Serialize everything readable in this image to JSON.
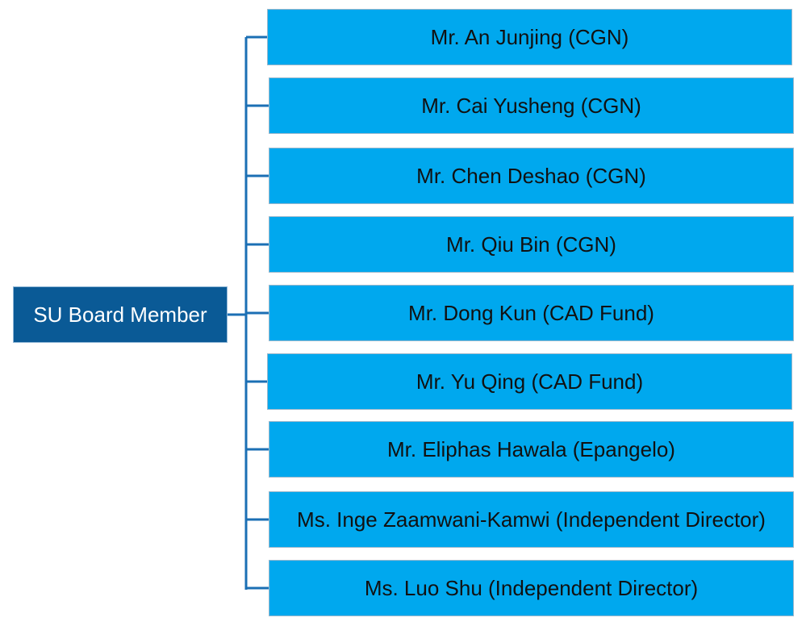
{
  "root": {
    "label": "SU Board Member",
    "color": "#0a5a96"
  },
  "connector_color": "#1b6fb4",
  "member_color": "#00a8ee",
  "members": [
    {
      "label": "Mr. An Junjing (CGN)"
    },
    {
      "label": "Mr. Cai Yusheng (CGN)"
    },
    {
      "label": "Mr. Chen Deshao (CGN)"
    },
    {
      "label": "Mr. Qiu Bin (CGN)"
    },
    {
      "label": "Mr. Dong Kun (CAD Fund)"
    },
    {
      "label": "Mr. Yu Qing (CAD Fund)"
    },
    {
      "label": "Mr. Eliphas Hawala (Epangelo)"
    },
    {
      "label": "Ms. Inge Zaamwani-Kamwi (Independent Director)"
    },
    {
      "label": "Ms. Luo Shu (Independent Director)"
    }
  ]
}
